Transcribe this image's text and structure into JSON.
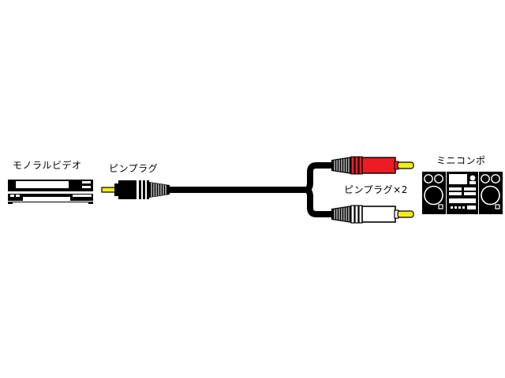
{
  "diagram": {
    "title": "AV connection cable diagram",
    "background_color": "#ffffff",
    "labels": {
      "source_device": "モノラルビデオ",
      "source_plug": "ピンプラグ",
      "dest_plug": "ピンプラグ×2",
      "dest_device": "ミニコンポ"
    },
    "colors": {
      "outline": "#000000",
      "cable": "#000000",
      "plug_tip_yellow": "#F2EC1F",
      "plug_body_red": "#ED1C24",
      "plug_body_white": "#FFFFFF",
      "text": "#000000"
    },
    "parts": [
      {
        "name": "monaural-video-deck",
        "kind": "device-illustration",
        "label": "モノラルビデオ",
        "side": "left"
      },
      {
        "name": "pin-plug-single",
        "kind": "connector",
        "label": "ピンプラグ",
        "tip_color": "#F2EC1F",
        "body_color": "#000000",
        "count": 1
      },
      {
        "name": "cable-run",
        "kind": "cable",
        "label": "",
        "color": "#000000"
      },
      {
        "name": "pin-plug-pair",
        "kind": "connector",
        "label": "ピンプラグ×2",
        "count": 2,
        "bodies": [
          "#ED1C24",
          "#FFFFFF"
        ],
        "tip_color": "#F2EC1F"
      },
      {
        "name": "mini-component-stereo",
        "kind": "device-illustration",
        "label": "ミニコンポ",
        "side": "right"
      }
    ]
  }
}
